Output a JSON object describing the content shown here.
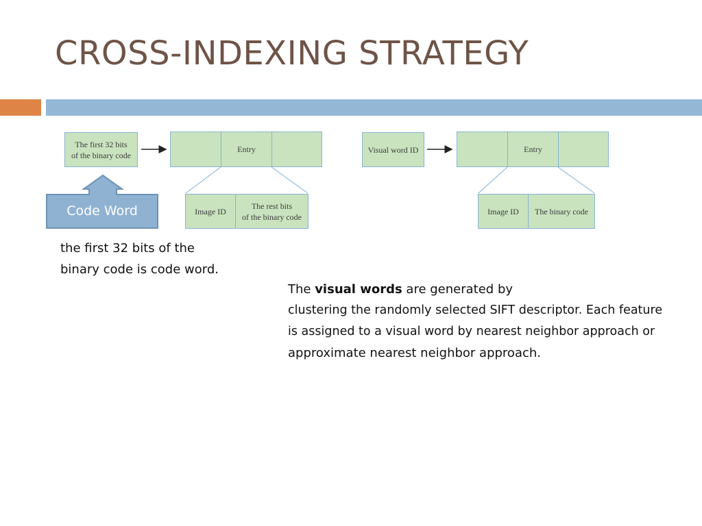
{
  "slide": {
    "title": "CROSS-INDEXING STRATEGY"
  },
  "left_diagram": {
    "source_box": "The first 32 bits\nof the binary code",
    "entry_cells": [
      "",
      "Entry",
      ""
    ],
    "record_cells": [
      "Image ID",
      "The rest bits\nof the binary code"
    ],
    "callout_label": "Code Word"
  },
  "right_diagram": {
    "source_box": "Visual word ID",
    "entry_cells": [
      "",
      "Entry",
      ""
    ],
    "record_cells": [
      "Image ID",
      "The binary code"
    ]
  },
  "left_caption": {
    "line1": "the first 32 bits of the",
    "line2": "binary code is code word."
  },
  "right_caption": {
    "line1_prefix": "The ",
    "line1_bold": "visual words",
    "line1_suffix": " are generated by",
    "line2": "clustering the randomly selected SIFT descriptor. Each feature",
    "line3": "is assigned to a visual word by nearest neighbor approach or",
    "line4": "approximate nearest neighbor approach."
  },
  "colors": {
    "title": "#6e5447",
    "accent_orange": "#de8446",
    "accent_blue": "#94b7d6",
    "box_fill": "#c9e3bf",
    "box_border": "#87b3cf",
    "callout_fill": "#8fb2d2",
    "callout_border": "#6d93b5"
  }
}
